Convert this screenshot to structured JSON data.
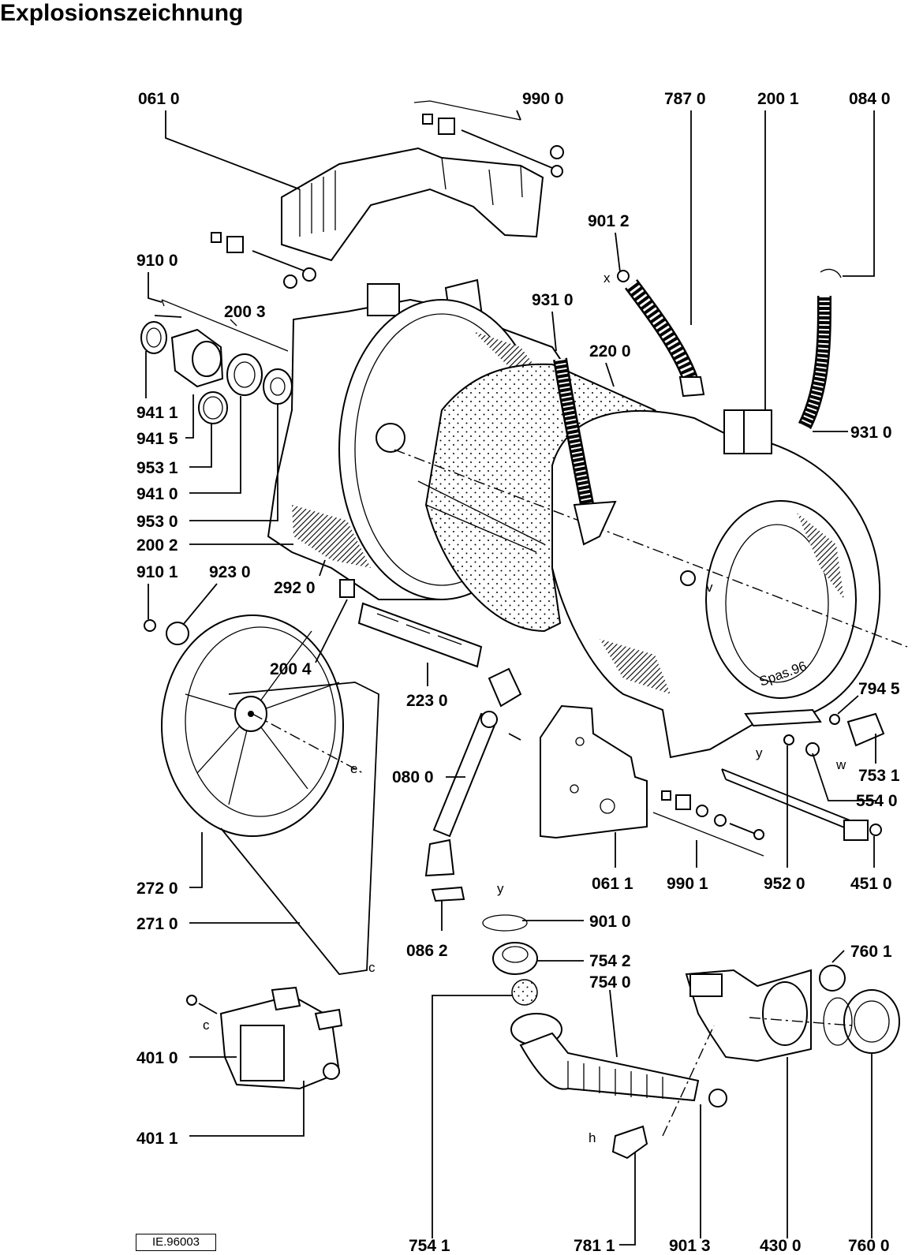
{
  "title": "Explosionszeichnung",
  "drawing_code": "IE.96003",
  "part_labels": {
    "p0610": "061 0",
    "p9900": "990 0",
    "p7870": "787 0",
    "p2001": "200 1",
    "p0840": "084 0",
    "p9012": "901 2",
    "p9100": "910 0",
    "p2003": "200 3",
    "p9310a": "931 0",
    "p2200": "220 0",
    "p9411": "941 1",
    "p9415": "941 5",
    "p9310b": "931 0",
    "p9531": "953 1",
    "p9410": "941 0",
    "p9530": "953 0",
    "p2002": "200 2",
    "p9101": "910 1",
    "p9230": "923 0",
    "p2920": "292 0",
    "p2004": "200 4",
    "p2230": "223 0",
    "p7945": "794 5",
    "p7531": "753 1",
    "p5540": "554 0",
    "p0800": "080 0",
    "p4510": "451 0",
    "p0611": "061 1",
    "p9901": "990 1",
    "p9520": "952 0",
    "p2720": "272 0",
    "p0862": "086 2",
    "p9010": "901 0",
    "p2710": "271 0",
    "p7542": "754 2",
    "p7540": "754 0",
    "p7601": "760 1",
    "p4010": "401 0",
    "p4011": "401 1",
    "p7541": "754 1",
    "p7811": "781 1",
    "p9013": "901 3",
    "p4300": "430 0",
    "p7600": "760 0"
  },
  "reference_letters": {
    "x": "x",
    "v": "v",
    "y_top": "y",
    "w": "w",
    "e": "e",
    "c_belt": "c",
    "c_motor": "c",
    "y_bottom": "y",
    "h": "h",
    "stamp": "Spas.96"
  }
}
